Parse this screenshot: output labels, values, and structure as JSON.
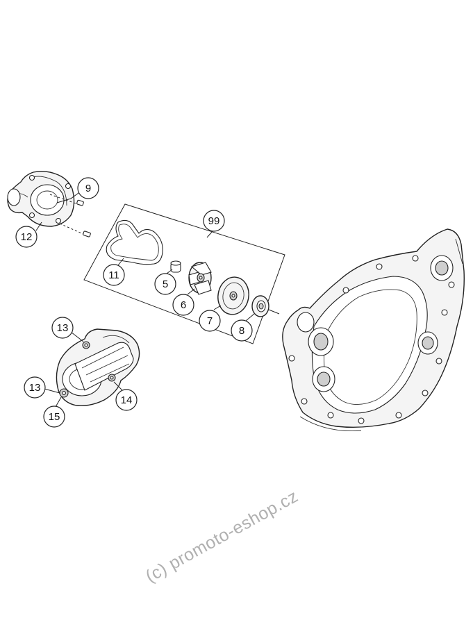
{
  "callouts": {
    "c9": "9",
    "c12": "12",
    "c99": "99",
    "c11": "11",
    "c5": "5",
    "c6": "6",
    "c7": "7",
    "c8": "8",
    "c13a": "13",
    "c13b": "13",
    "c14": "14",
    "c15": "15"
  },
  "watermark": "(c) promoto-eshop.cz",
  "colors": {
    "line": "#222222",
    "watermark": "#969696"
  }
}
